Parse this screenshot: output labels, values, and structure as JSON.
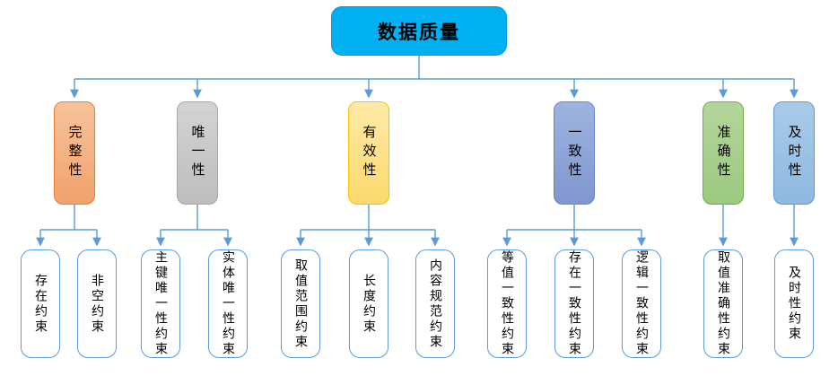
{
  "diagram": {
    "type": "tree",
    "root": {
      "label": "数据质量"
    },
    "categories": [
      {
        "label": "完整性",
        "fill": "#F4B183",
        "border": "#ED7D31",
        "children": [
          "存在约束",
          "非空约束"
        ]
      },
      {
        "label": "唯一性",
        "fill": "#C9C9C9",
        "border": "#A6A6A6",
        "children": [
          "主键唯一性约束",
          "实体唯一性约束"
        ]
      },
      {
        "label": "有效性",
        "fill": "#FFE699",
        "border": "#FFC000",
        "children": [
          "取值范围约束",
          "长度约束",
          "内容规范约束"
        ]
      },
      {
        "label": "一致性",
        "fill": "#8FAADC",
        "border": "#6A84C9",
        "children": [
          "等值一致性约束",
          "存在一致性约束",
          "逻辑一致性约束"
        ]
      },
      {
        "label": "准确性",
        "fill": "#A9D18E",
        "border": "#70AD47",
        "children": [
          "取值准确性约束"
        ]
      },
      {
        "label": "及时性",
        "fill": "#9DC3E6",
        "border": "#5B9BD5",
        "children": [
          "及时性约束"
        ]
      }
    ],
    "colors": {
      "root_fill": "#00B0F0",
      "leaf_fill": "#FFFFFF",
      "leaf_border": "#5B9BD5",
      "connector": "#5B9BD5",
      "text": "#000000",
      "background": "#FFFFFF"
    }
  }
}
